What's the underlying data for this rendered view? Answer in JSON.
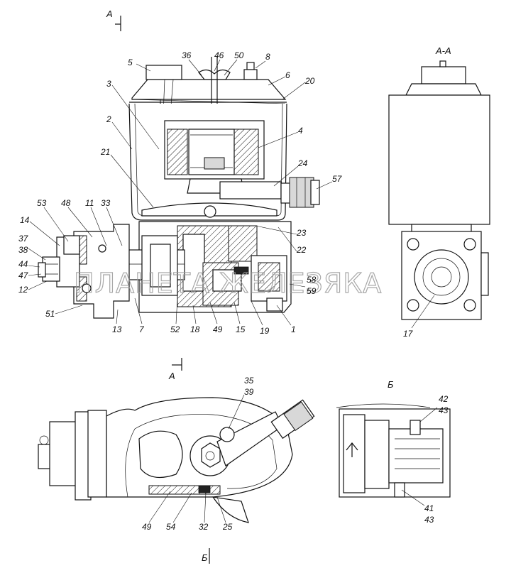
{
  "view_labels": {
    "section_arrow_top": "А",
    "section_aa_title": "А-А",
    "section_arrow_mid": "А",
    "view_b_title": "Б",
    "view_b_arrow": "Б"
  },
  "watermark": "ПЛАНЕТА ЖЕЛЕЗЯКА",
  "callouts_main": [
    {
      "id": "5",
      "text": "5"
    },
    {
      "id": "36",
      "text": "36"
    },
    {
      "id": "46",
      "text": "46"
    },
    {
      "id": "50",
      "text": "50"
    },
    {
      "id": "8",
      "text": "8"
    },
    {
      "id": "6",
      "text": "6"
    },
    {
      "id": "20",
      "text": "20"
    },
    {
      "id": "3",
      "text": "3"
    },
    {
      "id": "4",
      "text": "4"
    },
    {
      "id": "2",
      "text": "2"
    },
    {
      "id": "21",
      "text": "21"
    },
    {
      "id": "24",
      "text": "24"
    },
    {
      "id": "57",
      "text": "57"
    },
    {
      "id": "53",
      "text": "53"
    },
    {
      "id": "48",
      "text": "48"
    },
    {
      "id": "11",
      "text": "11"
    },
    {
      "id": "33",
      "text": "33"
    },
    {
      "id": "14",
      "text": "14"
    },
    {
      "id": "37",
      "text": "37"
    },
    {
      "id": "38",
      "text": "38"
    },
    {
      "id": "44",
      "text": "44"
    },
    {
      "id": "47",
      "text": "47"
    },
    {
      "id": "12",
      "text": "12"
    },
    {
      "id": "23",
      "text": "23"
    },
    {
      "id": "22",
      "text": "22"
    },
    {
      "id": "58",
      "text": "58"
    },
    {
      "id": "59",
      "text": "59"
    },
    {
      "id": "51",
      "text": "51"
    },
    {
      "id": "13",
      "text": "13"
    },
    {
      "id": "7",
      "text": "7"
    },
    {
      "id": "52",
      "text": "52"
    },
    {
      "id": "18",
      "text": "18"
    },
    {
      "id": "49",
      "text": "49"
    },
    {
      "id": "15",
      "text": "15"
    },
    {
      "id": "19",
      "text": "19"
    },
    {
      "id": "1",
      "text": "1"
    }
  ],
  "callouts_section_aa": [
    {
      "id": "17",
      "text": "17"
    }
  ],
  "callouts_bottom": [
    {
      "id": "35",
      "text": "35"
    },
    {
      "id": "39",
      "text": "39"
    },
    {
      "id": "49b",
      "text": "49"
    },
    {
      "id": "54",
      "text": "54"
    },
    {
      "id": "32",
      "text": "32"
    },
    {
      "id": "25",
      "text": "25"
    }
  ],
  "callouts_view_b": [
    {
      "id": "42",
      "text": "42"
    },
    {
      "id": "43a",
      "text": "43"
    },
    {
      "id": "41",
      "text": "41"
    },
    {
      "id": "43b",
      "text": "43"
    }
  ]
}
